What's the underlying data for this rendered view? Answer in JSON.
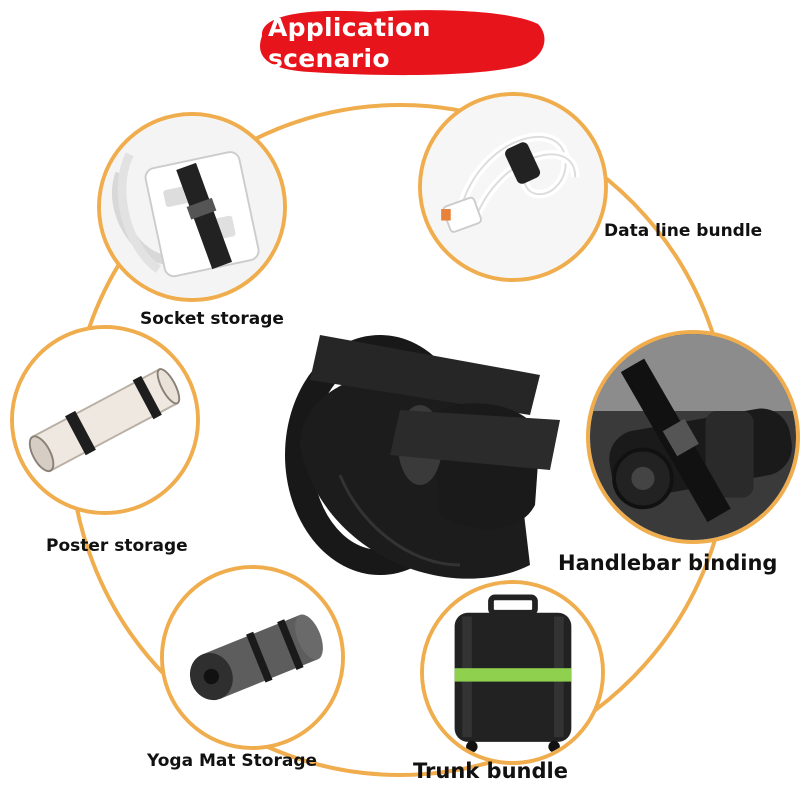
{
  "header": {
    "title_line1": "Application",
    "title_line2": "scenario"
  },
  "scenarios": [
    {
      "label": "Socket storage",
      "icon": "power-strip-icon"
    },
    {
      "label": "Data line bundle",
      "icon": "usb-cable-icon"
    },
    {
      "label": "Poster storage",
      "icon": "poster-roll-icon"
    },
    {
      "label": "Handlebar binding",
      "icon": "handlebar-icon"
    },
    {
      "label": "Yoga Mat Storage",
      "icon": "yoga-mat-icon"
    },
    {
      "label": "Trunk bundle",
      "icon": "suitcase-icon"
    }
  ],
  "product": {
    "icon": "velcro-strap-icon"
  },
  "colors": {
    "accent": "#f0ad4e",
    "title_blob": "#e8141c",
    "strap": "#1c1c1c",
    "luggage_band": "#8fd14f"
  }
}
